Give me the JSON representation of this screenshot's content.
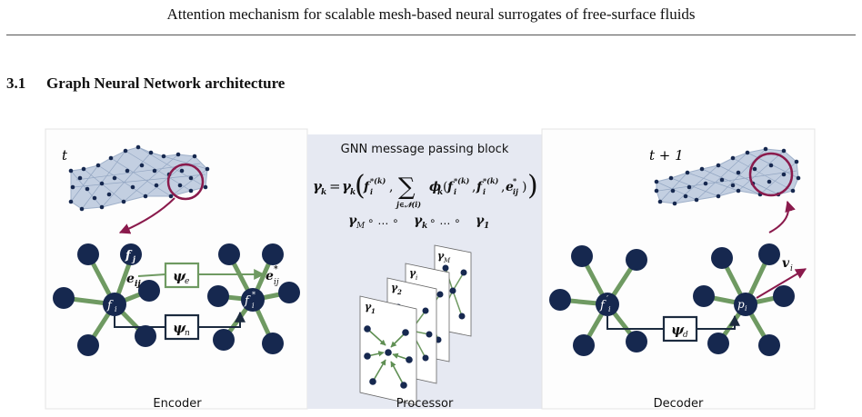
{
  "header": {
    "running_title": "Attention mechanism for scalable mesh-based neural surrogates of free-surface fluids"
  },
  "section": {
    "number": "3.1",
    "title": "Graph Neural Network architecture"
  },
  "figure": {
    "processor_title": "GNN message passing block",
    "encoder": {
      "time": "t",
      "node_fj": "f",
      "node_fj_sub": "j",
      "edge_eij": "e",
      "edge_eij_sub": "ij",
      "psi_e": "ψ",
      "psi_e_sub": "e",
      "edge_eij_star": "e",
      "edge_eij_star_sub": "ij",
      "edge_eij_star_sup": "*",
      "node_fi": "f",
      "node_fi_sub": "i",
      "node_fi_star": "f",
      "node_fi_star_sub": "i",
      "node_fi_star_sup": "*",
      "psi_n": "ψ",
      "psi_n_sub": "n",
      "label": "Encoder"
    },
    "processor": {
      "eq_lhs": "γ",
      "eq_lhs_sub": "k",
      "eq_equals": "=",
      "eq_gamma": "γ",
      "eq_gamma_sub": "k",
      "eq_sum": "∑",
      "eq_sum_sub": "j∈𝒩(i)",
      "eq_f1": "f",
      "eq_f1_sub": "i",
      "eq_f1_sup": "*(k)",
      "eq_phi": "ϕ",
      "eq_phi_sub": "k",
      "eq_f2": "f",
      "eq_f2_sub": "i",
      "eq_f2_sup": "*(k)",
      "eq_f3": "f",
      "eq_f3_sub": "i",
      "eq_f3_sup": "*(k)",
      "eq_e": "e",
      "eq_e_sub": "ij",
      "eq_e_sup": "*",
      "comp_line": "γ",
      "comp_m_sub": "M",
      "comp_rest": "∘ … ∘",
      "comp_k": "γ",
      "comp_k_sub": "k",
      "comp_rest2": "∘ … ∘",
      "comp_1": "γ",
      "comp_1_sub": "1",
      "layer_1": "γ",
      "layer_1_sub": "1",
      "layer_2": "γ",
      "layer_2_sub": "2",
      "layer_k": "γ",
      "layer_k_sub": "i",
      "layer_m": "γ",
      "layer_m_sub": "M",
      "label": "Processor"
    },
    "decoder": {
      "time": "t + 1",
      "node_fi": "f",
      "node_fi_sub": "i",
      "node_fi_sup": "′",
      "node_pi": "p",
      "node_pi_sub": "i",
      "psi_d": "ψ",
      "psi_d_sub": "d",
      "vel": "v",
      "vel_sub": "i",
      "label": "Decoder"
    },
    "colors": {
      "node": "#16284f",
      "edge": "#6f9a62",
      "arrow": "#8a1a4c",
      "mesh_fill": "#c3cfe1",
      "panel_bg": "#e6e9f2"
    }
  }
}
